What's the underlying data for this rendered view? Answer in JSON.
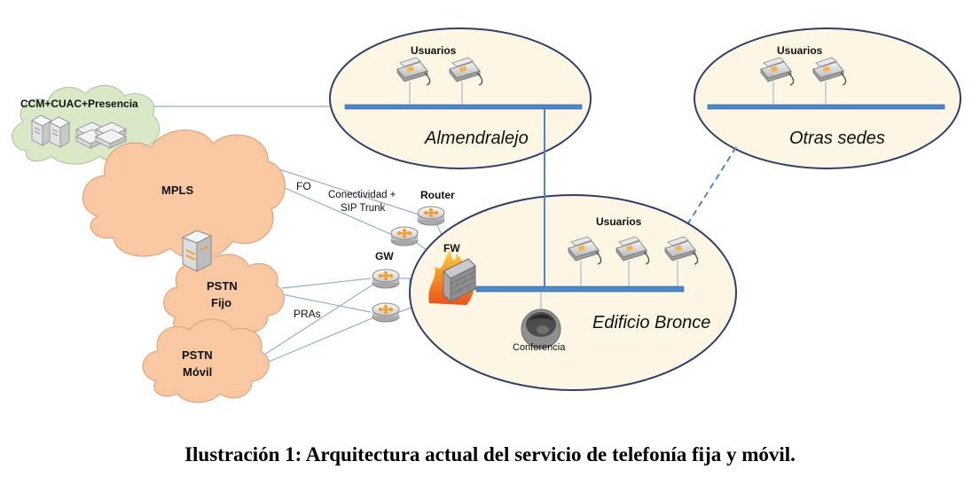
{
  "clouds": {
    "ccm": "CCM+CUAC+Presencia",
    "mpls": "MPLS",
    "pstn_fijo": [
      "PSTN",
      "Fijo"
    ],
    "pstn_movil": [
      "PSTN",
      "Móvil"
    ]
  },
  "sites": {
    "almendralejo": {
      "users_label": "Usuarios",
      "name": "Almendralejo"
    },
    "otras_sedes": {
      "users_label": "Usuarios",
      "name": "Otras sedes"
    },
    "edificio_bronce": {
      "users_label": "Usuarios",
      "name": "Edificio Bronce"
    }
  },
  "links": {
    "fo": "FO",
    "connectivity": [
      "Conectividad +",
      "SIP Trunk"
    ],
    "pras": "PRAs"
  },
  "devices": {
    "router": "Router",
    "gw": "GW",
    "fw": "FW",
    "conferencia": "Conferencia"
  },
  "colors": {
    "cloud": "#f8c8a2",
    "cloud_stroke": "#e0a37e",
    "ccm_cloud": "#d9e9c8",
    "site_fill": "#fdf6e5",
    "bus": "#4f86c6",
    "link": "#8fb0d6",
    "router_orange": "#f39b2d"
  },
  "caption": "Ilustración 1: Arquitectura actual del servicio de telefonía fija y móvil."
}
